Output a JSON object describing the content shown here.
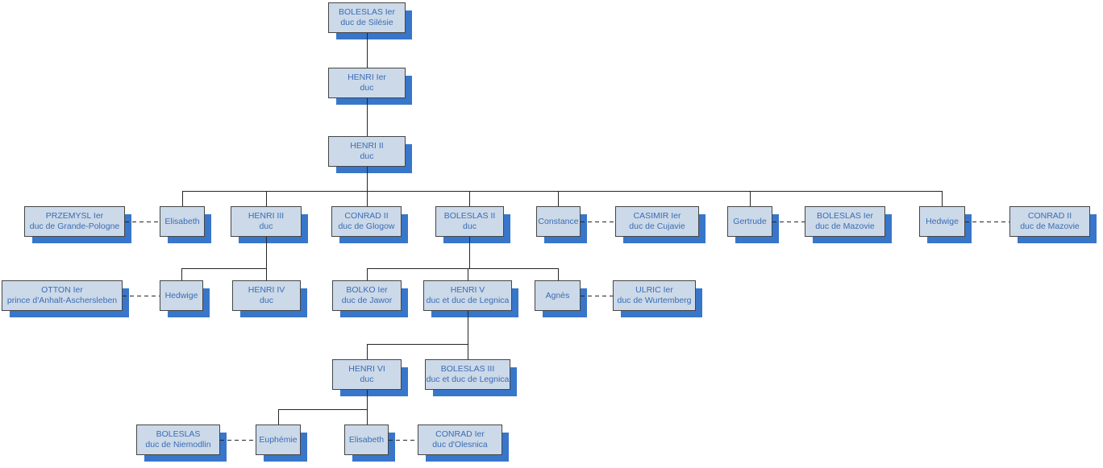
{
  "nodes": {
    "boleslas1": {
      "title": "BOLESLAS Ier",
      "subtitle": "duc de Silésie"
    },
    "henri1": {
      "title": "HENRI Ier",
      "subtitle": "duc"
    },
    "henri2": {
      "title": "HENRI II",
      "subtitle": "duc"
    },
    "przemysl": {
      "title": "PRZEMYSL Ier",
      "subtitle": "duc de Grande-Pologne"
    },
    "elisabeth1": {
      "title": "Elisabeth"
    },
    "henri3": {
      "title": "HENRI III",
      "subtitle": "duc"
    },
    "conrad2glogow": {
      "title": "CONRAD II",
      "subtitle": "duc de Glogow"
    },
    "boleslas2": {
      "title": "BOLESLAS II",
      "subtitle": "duc"
    },
    "constance": {
      "title": "Constance"
    },
    "casimir": {
      "title": "CASIMIR Ier",
      "subtitle": "duc de Cujavie"
    },
    "gertrude": {
      "title": "Gertrude"
    },
    "boleslas1mazovie": {
      "title": "BOLESLAS Ier",
      "subtitle": "duc de Mazovie"
    },
    "hedwige1": {
      "title": "Hedwige"
    },
    "conrad2mazovie": {
      "title": "CONRAD II",
      "subtitle": "duc de Mazovie"
    },
    "otton": {
      "title": "OTTON Ier",
      "subtitle": "prince d'Anhalt-Aschersleben"
    },
    "hedwige2": {
      "title": "Hedwige"
    },
    "henri4": {
      "title": "HENRI IV",
      "subtitle": "duc"
    },
    "bolko": {
      "title": "BOLKO Ier",
      "subtitle": "duc de Jawor"
    },
    "henri5": {
      "title": "HENRI V",
      "subtitle": "duc et duc de Legnica"
    },
    "agnes": {
      "title": "Agnès"
    },
    "ulric": {
      "title": "ULRIC Ier",
      "subtitle": "duc de Wurtemberg"
    },
    "henri6": {
      "title": "HENRI VI",
      "subtitle": "duc"
    },
    "boleslas3": {
      "title": "BOLESLAS III",
      "subtitle": "duc et duc de Legnica"
    },
    "boleslasniemodlin": {
      "title": "BOLESLAS",
      "subtitle": "duc de Niemodlin"
    },
    "euphemie": {
      "title": "Euphémie"
    },
    "elisabeth2": {
      "title": "Elisabeth"
    },
    "conrad1olesnica": {
      "title": "CONRAD Ier",
      "subtitle": "duc d'Olesnica"
    }
  },
  "relations": {
    "descents": {
      "boleslas1": [
        "henri1"
      ],
      "henri1": [
        "henri2"
      ],
      "henri2": [
        "elisabeth1",
        "henri3",
        "conrad2glogow",
        "boleslas2",
        "constance",
        "gertrude",
        "hedwige1"
      ],
      "henri3": [
        "hedwige2",
        "henri4"
      ],
      "boleslas2": [
        "bolko",
        "henri5",
        "agnes"
      ],
      "henri5": [
        "henri6",
        "boleslas3"
      ],
      "henri6": [
        "euphemie",
        "elisabeth2"
      ]
    },
    "marriages": [
      [
        "przemysl",
        "elisabeth1"
      ],
      [
        "constance",
        "casimir"
      ],
      [
        "gertrude",
        "boleslas1mazovie"
      ],
      [
        "hedwige1",
        "conrad2mazovie"
      ],
      [
        "otton",
        "hedwige2"
      ],
      [
        "agnes",
        "ulric"
      ],
      [
        "boleslasniemodlin",
        "euphemie"
      ],
      [
        "elisabeth2",
        "conrad1olesnica"
      ]
    ]
  },
  "colors": {
    "node_fill": "#ccd9e8",
    "node_border": "#454545",
    "node_shadow": "#3876ca",
    "node_text": "#3a6db6",
    "connector": "#262626",
    "background": "#ffffff"
  }
}
